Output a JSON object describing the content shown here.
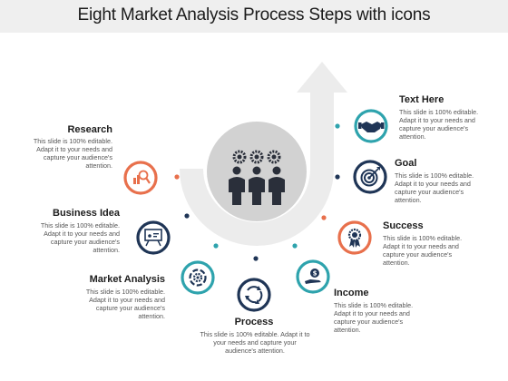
{
  "title": "Eight Market Analysis Process Steps with icons",
  "colors": {
    "teal": "#2ea3ad",
    "navy": "#1f3556",
    "orange": "#e8704c",
    "dark_circle": "#2a2f3a",
    "center_disc": "#d2d2d2",
    "arrow": "#ececec"
  },
  "center": {
    "icon": "team-gears-icon"
  },
  "steps": [
    {
      "label": "Research",
      "desc": "This slide is 100% editable. Adapt it to your needs and capture your audience's attention.",
      "icon": "magnifier-chart-icon",
      "ring": "orange"
    },
    {
      "label": "Business Idea",
      "desc": "This slide is 100% editable. Adapt it to your needs and capture your audience's attention.",
      "icon": "presentation-board-icon",
      "ring": "navy"
    },
    {
      "label": "Market Analysis",
      "desc": "This slide is 100% editable. Adapt it to your needs and capture your audience's attention.",
      "icon": "gear-cycle-icon",
      "ring": "teal"
    },
    {
      "label": "Process",
      "desc": "This slide is 100% editable. Adapt it to your needs and capture your audience's attention.",
      "icon": "cycle-arrows-icon",
      "ring": "navy"
    },
    {
      "label": "Income",
      "desc": "This slide is 100% editable. Adapt it to your needs and capture your audience's attention.",
      "icon": "money-hand-icon",
      "ring": "teal"
    },
    {
      "label": "Success",
      "desc": "This slide is 100% editable. Adapt it to your needs and capture your audience's attention.",
      "icon": "award-ribbon-icon",
      "ring": "orange"
    },
    {
      "label": "Goal",
      "desc": "This slide is 100% editable. Adapt it to your needs and capture your audience's attention.",
      "icon": "target-icon",
      "ring": "navy"
    },
    {
      "label": "Text Here",
      "desc": "This slide is 100% editable. Adapt it to your needs and capture your audience's attention.",
      "icon": "handshake-icon",
      "ring": "teal"
    }
  ]
}
